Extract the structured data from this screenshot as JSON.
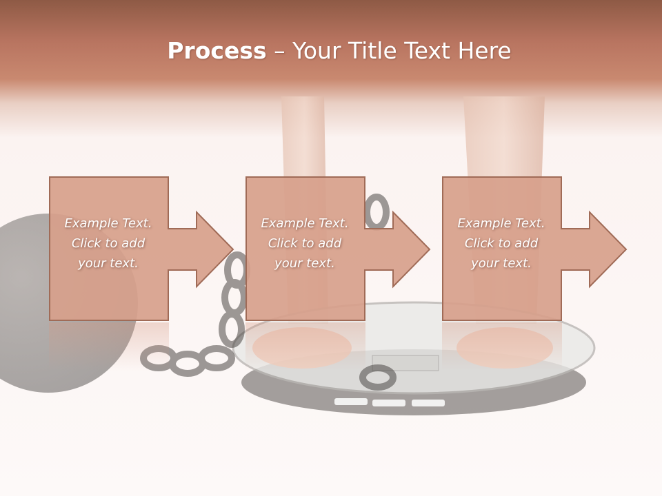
{
  "slide": {
    "title_strong": "Process",
    "title_separator": " – ",
    "title_light": "Your Title Text Here"
  },
  "steps": [
    {
      "text": "Example Text.\nClick  to add\nyour text."
    },
    {
      "text": "Example Text.\nClick  to add\nyour text."
    },
    {
      "text": "Example Text.\nClick  to add\nyour text."
    }
  ],
  "colors": {
    "header_top": "#8e5a45",
    "header_bottom": "#c98970",
    "box_fill": "#d7a08b",
    "box_border": "#a06b57"
  }
}
